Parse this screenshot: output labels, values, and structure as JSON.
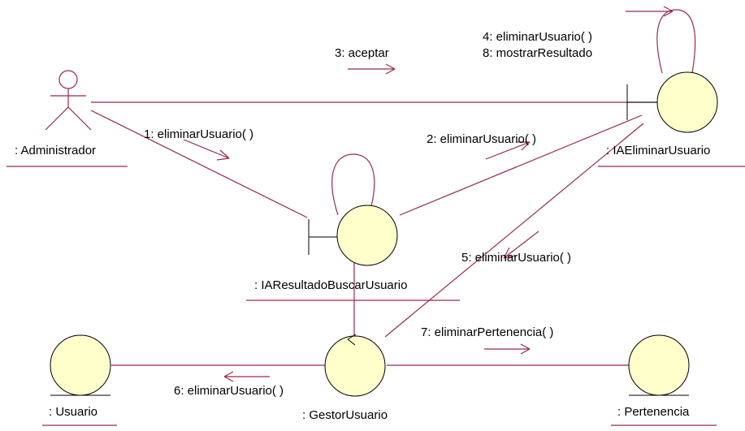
{
  "objects": {
    "administrador": ": Administrador",
    "ia_eliminar_usuario": ": IAEliminarUsuario",
    "ia_resultado_buscar_usuario": ": IAResultadoBuscarUsuario",
    "gestor_usuario": ": GestorUsuario",
    "usuario": ": Usuario",
    "pertenencia": ": Pertenencia"
  },
  "messages": {
    "m1": "1: eliminarUsuario( )",
    "m2": "2: eliminarUsuario( )",
    "m3": "3: aceptar",
    "m4": "4: eliminarUsuario( )",
    "m8": "8: mostrarResultado",
    "m5": "5: eliminarUsuario( )",
    "m6": "6: eliminarUsuario( )",
    "m7": "7: eliminarPertenencia( )"
  },
  "colors": {
    "link": "#99284f",
    "object_fill": "#ffffcc"
  }
}
